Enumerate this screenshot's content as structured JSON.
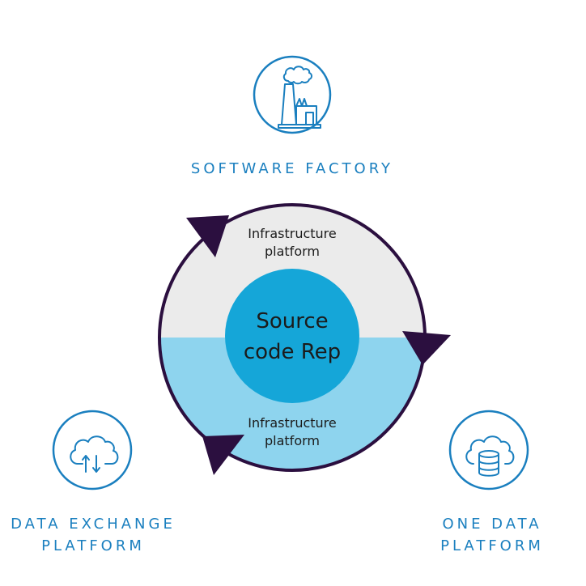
{
  "colors": {
    "brand_blue": "#1a7fbf",
    "ring_outline": "#2b0f3f",
    "top_half_fill": "#ebebeb",
    "bottom_half_fill": "#8ed4ee",
    "center_fill": "#15a6d8",
    "text_dark": "#1b1b1b"
  },
  "nodes": {
    "top": {
      "icon": "factory-icon",
      "label": "SOFTWARE FACTORY"
    },
    "left": {
      "icon": "cloud-transfer-icon",
      "label_line1": "DATA EXCHANGE",
      "label_line2": "PLATFORM"
    },
    "right": {
      "icon": "cloud-database-icon",
      "label_line1": "ONE DATA",
      "label_line2": "PLATFORM"
    }
  },
  "cycle": {
    "top_segment": {
      "line1": "Infrastructure",
      "line2": "platform"
    },
    "bottom_segment": {
      "line1": "Infrastructure",
      "line2": "platform"
    },
    "center": {
      "line1": "Source",
      "line2": "code Rep"
    },
    "arrows": [
      "cycle-arrow-top-left",
      "cycle-arrow-right",
      "cycle-arrow-bottom-left"
    ]
  }
}
